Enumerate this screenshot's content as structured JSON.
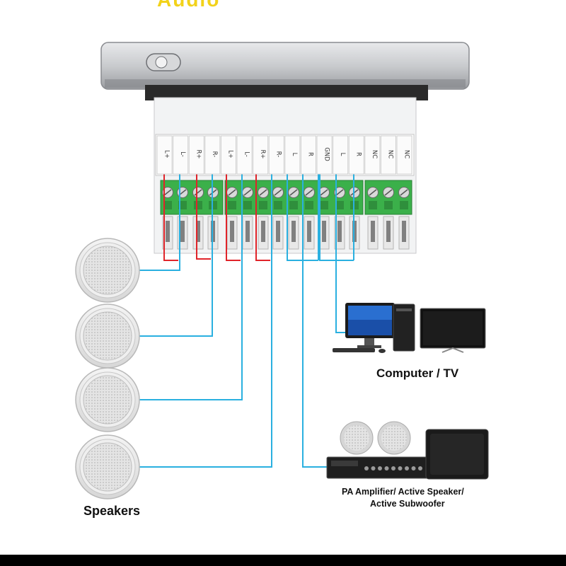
{
  "header": {
    "partial_text": "Audio"
  },
  "terminal_labels": [
    "L+",
    "L-",
    "R+",
    "R-",
    "L+",
    "L-",
    "R+",
    "R-",
    "L",
    "R",
    "GND",
    "L",
    "R",
    "NC",
    "NC",
    "NC"
  ],
  "labels": {
    "speakers": "Speakers",
    "computer_tv": "Computer / TV",
    "amplifier_line1": "PA Amplifier/ Active Speaker/",
    "amplifier_line2": "Active Subwoofer"
  },
  "colors": {
    "red_wire": "#e0242a",
    "blue_wire": "#2ab0e0",
    "terminal_green": "#3bb04a",
    "header_yellow": "#f2d21a"
  }
}
